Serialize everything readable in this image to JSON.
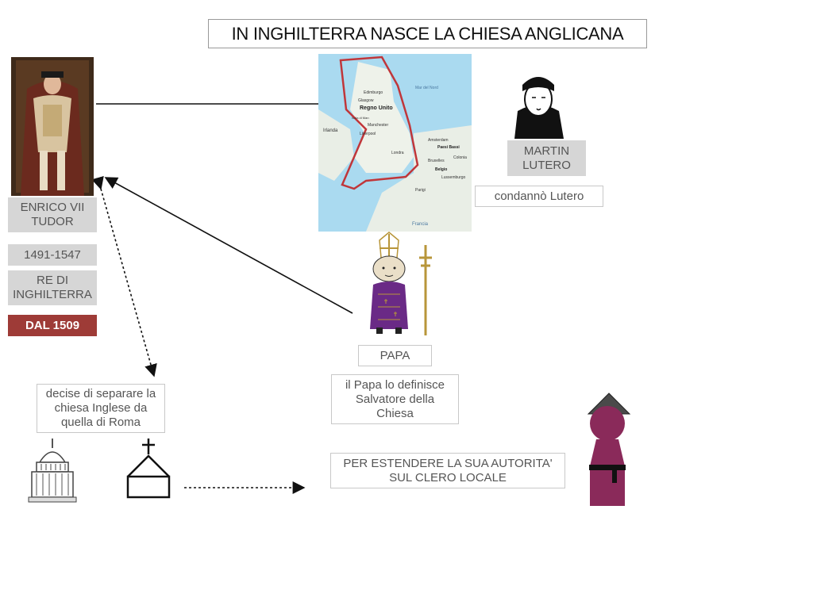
{
  "title": "IN INGHILTERRA NASCE LA CHIESA ANGLICANA",
  "king": {
    "name": "ENRICO VII\nTUDOR",
    "years": "1491-1547",
    "role": "RE DI\nINGHILTERRA",
    "since": "DAL 1509"
  },
  "map_labels": {
    "sea": "Mar del Nord",
    "edinburgh": "Edimburgo",
    "glasgow": "Glasgow",
    "uk": "Regno Unito",
    "isle_of_man": "Isola di Man",
    "ireland": "Irlanda",
    "manchester": "Manchester",
    "liverpool": "Liverpool",
    "london": "Londra",
    "amsterdam": "Amsterdam",
    "netherlands": "Paesi Bassi",
    "brussels": "Bruxelles",
    "belgium": "Belgio",
    "cologne": "Colonia",
    "luxembourg": "Lussemburgo",
    "paris": "Parigi",
    "france": "Francia"
  },
  "luther": {
    "name": "MARTIN\nLUTERO",
    "note": "condannò Lutero"
  },
  "pope": {
    "name": "PAPA",
    "note": "il Papa lo definisce\nSalvatore della\nChiesa"
  },
  "decision": "decise di separare la\nchiesa Inglese da\nquella di Roma",
  "authority": "PER ESTENDERE LA SUA AUTORITA'\nSUL CLERO LOCALE",
  "colors": {
    "accent_red": "#9e3b37",
    "grey_box": "#d6d6d6",
    "pope_purple": "#6a2a86",
    "clergy_purple": "#8a2a5a",
    "map_outline": "#c0363a"
  }
}
